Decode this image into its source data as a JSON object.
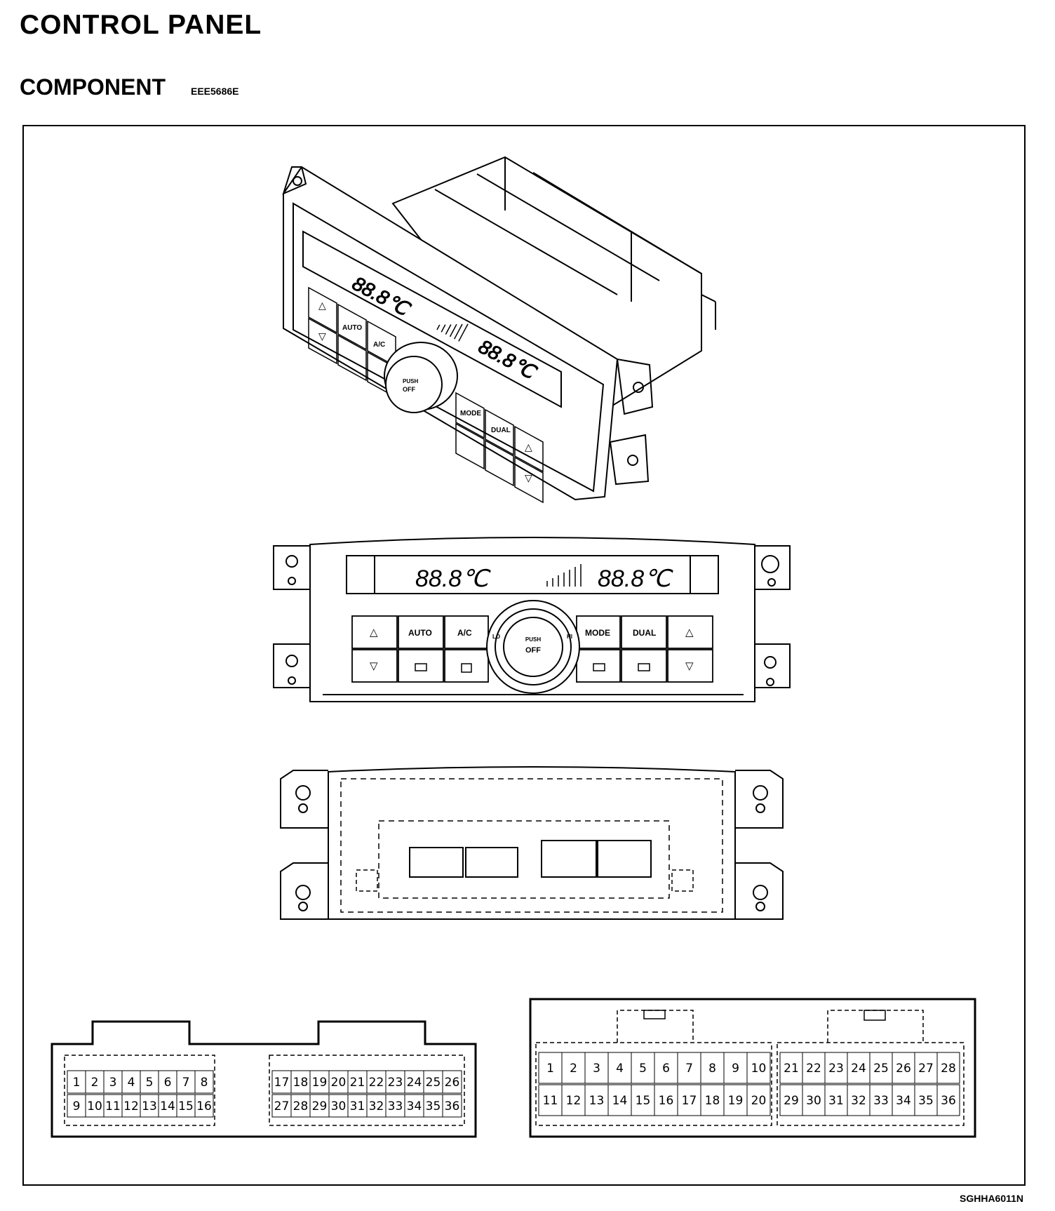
{
  "header": {
    "title": "CONTROL  PANEL",
    "subtitle": "COMPONENT",
    "code": "EEE5686E"
  },
  "footer": {
    "code": "SGHHA6011N"
  },
  "panel": {
    "display_left": "88.8℃",
    "display_right": "88.8℃",
    "buttons_top": [
      "△",
      "AUTO",
      "A/C",
      "MODE",
      "DUAL",
      "△"
    ],
    "buttons_bottom": [
      "▽",
      "▽"
    ],
    "knob_label_1": "PUSH",
    "knob_label_2": "OFF",
    "knob_lo": "LO",
    "knob_hi": "HI"
  },
  "connectors": {
    "left_a_row1": [
      "1",
      "2",
      "3",
      "4",
      "5",
      "6",
      "7",
      "8"
    ],
    "left_a_row2": [
      "9",
      "10",
      "11",
      "12",
      "13",
      "14",
      "15",
      "16"
    ],
    "left_b_row1": [
      "17",
      "18",
      "19",
      "20",
      "21",
      "22",
      "23",
      "24",
      "25",
      "26"
    ],
    "left_b_row2": [
      "27",
      "28",
      "29",
      "30",
      "31",
      "32",
      "33",
      "34",
      "35",
      "36"
    ],
    "right_a_row1": [
      "1",
      "2",
      "3",
      "4",
      "5",
      "6",
      "7",
      "8",
      "9",
      "10"
    ],
    "right_a_row2": [
      "11",
      "12",
      "13",
      "14",
      "15",
      "16",
      "17",
      "18",
      "19",
      "20"
    ],
    "right_b_row1": [
      "21",
      "22",
      "23",
      "24",
      "25",
      "26",
      "27",
      "28"
    ],
    "right_b_row2": [
      "29",
      "30",
      "31",
      "32",
      "33",
      "34",
      "35",
      "36"
    ]
  }
}
